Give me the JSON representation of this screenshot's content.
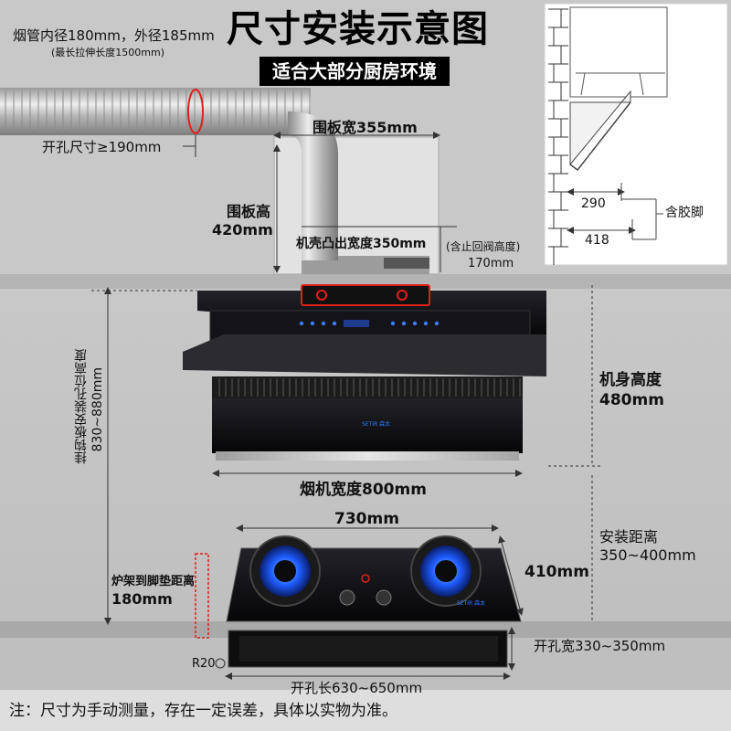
{
  "title": "尺寸安装示意图",
  "subtitle": "适合大部分厨房环境",
  "duct": {
    "diameter": "烟管内径180mm，外径185mm",
    "max_length": "(最长拉伸长度1500mm)",
    "hole": "开孔尺寸≥190mm"
  },
  "panel": {
    "width": "围板宽355mm",
    "height_label": "围板高",
    "height_value": "420mm",
    "protrusion": "机壳凸出宽度350mm",
    "valve_note": "(含止回阀高度)",
    "valve_value": "170mm"
  },
  "side_view": {
    "dim_a": "290",
    "dim_b": "418",
    "foot_label": "含胶脚"
  },
  "hood": {
    "bracket_height_label": "挂钩板安装孔位高度",
    "bracket_height_value": "830~880mm",
    "body_height_label": "机身高度",
    "body_height_value": "480mm",
    "width": "烟机宽度800mm",
    "brand": "SETIR 森太"
  },
  "stove": {
    "width": "730mm",
    "depth": "410mm",
    "install_distance_label": "安装距离",
    "install_distance_value": "350~400mm",
    "rack_to_foot_label": "炉架到脚垫距离",
    "rack_to_foot_value": "180mm",
    "corner_radius": "R20",
    "cutout_width": "开孔宽330~350mm",
    "cutout_length": "开孔长630~650mm",
    "brand": "SETIR 森太"
  },
  "note": "注：尺寸为手动测量，存在一定误差，具体以实物为准。",
  "colors": {
    "accent_red": "#e0201c",
    "flame_blue": "#1e5cff",
    "glass": "#0d0d0f"
  }
}
